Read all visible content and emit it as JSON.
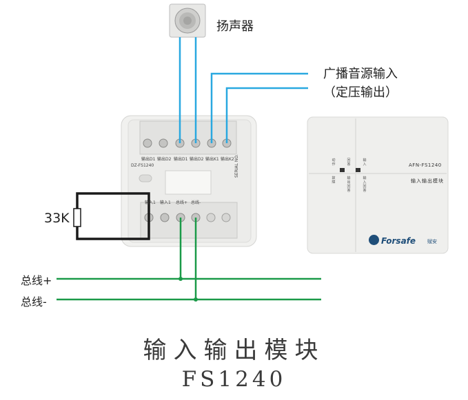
{
  "labels": {
    "speaker": "扬声器",
    "audio_source_line1": "广播音源输入",
    "audio_source_line2": "（定压输出）",
    "resistor": "33K",
    "bus_plus": "总线+",
    "bus_minus": "总线-"
  },
  "caption": {
    "title": "输入输出模块",
    "model": "FS1240"
  },
  "base_plate": {
    "model": "DZ-FS1240",
    "top_terminals": [
      "输出D1",
      "输出D2",
      "输出D1",
      "输出D2",
      "输出K1",
      "输出K2"
    ],
    "bottom_terminals": [
      "输入1",
      "输入1",
      "总线+",
      "总线-"
    ],
    "side_text": "SERIAL NO."
  },
  "cover": {
    "model": "AFN-FS1240",
    "name": "输入输出模块",
    "indicators": [
      {
        "top": "动作",
        "bottom": "故障"
      },
      {
        "top": "回答",
        "bottom": "输出回答"
      },
      {
        "top": "输入",
        "bottom": "输入回答"
      }
    ],
    "brand": "Forsafe",
    "brand_cn": "赋安"
  },
  "colors": {
    "audio_wire": "#29a8e0",
    "bus_wire": "#1a9a48",
    "resistor_wire": "#1a1a1a",
    "panel": "#f1f1ef",
    "brand": "#1f4e79"
  }
}
